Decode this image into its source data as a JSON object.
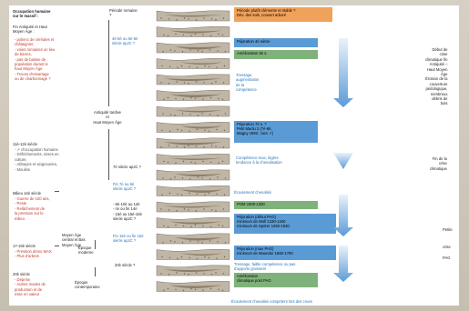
{
  "left_col": {
    "heading": "Occupation humaine\nsur le massif :",
    "p1_title": "Fin Antiquité et Haut\nMoyen Âge :",
    "p1_detail": "- polienc de céréales et\nchâtaignier,\n- voies romaines un lieu\nde barres,\n- pas de baisse de\npopulation durant le\nhaut Moyen Âge\n- Traces d'essartage\nou de charbonnage ?",
    "p2_title": "11è-12è siècle",
    "p2_detail": "- ↗ d'occupation humaine\n- Défrichements, mises en\nculture,\n- Abbayes et seigneuries,\n- Moulins",
    "p3_title": "Milieu 14è siècle",
    "p3_detail": "- Guerre de 100 ans,\n- Peste\n- Relâchement de\nla pression sur le\nmilieu",
    "p4_title": "17-19è siècle",
    "p4_detail": "- Pression démo MAX\n- Plus d'arbres",
    "p5_title": "20è siècle",
    "p5_detail": "- Déprise\n- Autres modes de\nproduction et de\nmise en valeur"
  },
  "periods": {
    "roman": "Période romaine\n?",
    "late_antiquity": "Antiquité tardive\net\nHaut Moyen Âge",
    "middle_ages": "Moyen Âge\ncentral et Bas\nMoyen Âge",
    "modern": "Époque\nmoderne",
    "contemporary": "Époque\ncontemporaine"
  },
  "dates": {
    "d1": "4è-5è ou 5è-6è\nsiècle apJC ?",
    "d2": "7è siècle apJC ?",
    "d3": "Fin 7è ou 8è\nsiècle apJC ?",
    "d4": "- 8è-10è au 14è\n- mi ou fin 14è\n- 15è ou 15è-16è\nsiècle apJC ?",
    "d5": "Fin 15è ou fin 16è\nsiècle apJC ?",
    "d6": "20è siècle ?"
  },
  "right_col": {
    "top_box": "Période plutôt clémente et stable ?\nDév. des sols, couvert arboré",
    "pejo1": "Péjoration 4è siècle",
    "amel1": "Amélioration 6è s.",
    "tri1": "Tressage,\naugmentation\nde la\ncompétence",
    "pejo2": "Péjoration 7è s. ?\nPetit Maclu 2 (7è-8è,\nMagny 1993 ; lacs ↗)",
    "comp": "Compétence max, légère\ntendance à la chenalisation",
    "ecoul": "Écoulement chenalisé",
    "pom": "POM 1000-1300",
    "pejo3": "Péjoration (début PAG)\nminimum de Wolf 1330-1340\nminimum de Spörer 1450-1540",
    "pejo4": "Péjoration (max PAG)\nminimum de Maunder 1660-1760",
    "tress2": "Tressage, faible compétence ou pas\nd'apports grossiers",
    "amel2": "Amélioration\nclimatique post PAG",
    "ecoul2": "Écoulement chenalisé compétent lors des crues"
  },
  "far_right": {
    "n1": "Début de\ncrise\nclimatique fin\nAntiquité –\nHaut Moyen\nÂge\nÉrosion de la\ncouverture\npédologique,\nnombreux\ndébris de\nbois",
    "n2": "Fin de la\ncrise\nclimatique",
    "n3": "Petite",
    "n4": "crise",
    "n5": "PAG"
  },
  "colors": {
    "orange": "#f0a25a",
    "green": "#7fb27a",
    "blue": "#5b9bd5",
    "stratum_fill": "#8b7e6c",
    "gravel": "#bfb6a6"
  }
}
